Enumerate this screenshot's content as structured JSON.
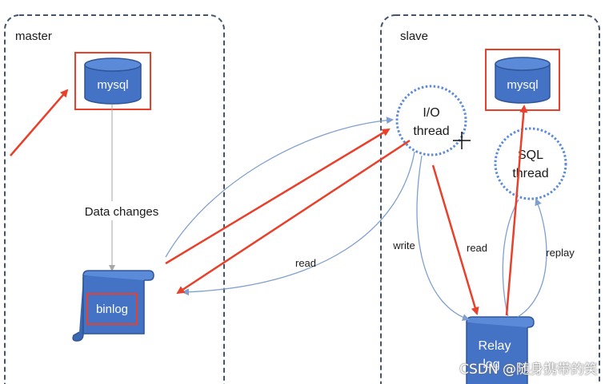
{
  "panels": {
    "master": "master",
    "slave": "slave"
  },
  "nodes": {
    "master_db": "mysql",
    "slave_db": "mysql",
    "binlog": "binlog",
    "io_thread_line1": "I/O",
    "io_thread_line2": "thread",
    "sql_thread_line1": "SQL",
    "sql_thread_line2": "thread",
    "relay_log_line1": "Relay",
    "relay_log_line2": "log"
  },
  "edges": {
    "data_changes": "Data changes",
    "read_binlog": "read",
    "write_relay": "write",
    "read_relay": "read",
    "replay": "replay"
  },
  "watermark": "CSDN @随身携带的笑",
  "colors": {
    "node_fill": "#4472c4",
    "node_stroke": "#2f5597",
    "highlight": "#e8402a",
    "border": "#44546a",
    "edge": "#7f9fce"
  }
}
